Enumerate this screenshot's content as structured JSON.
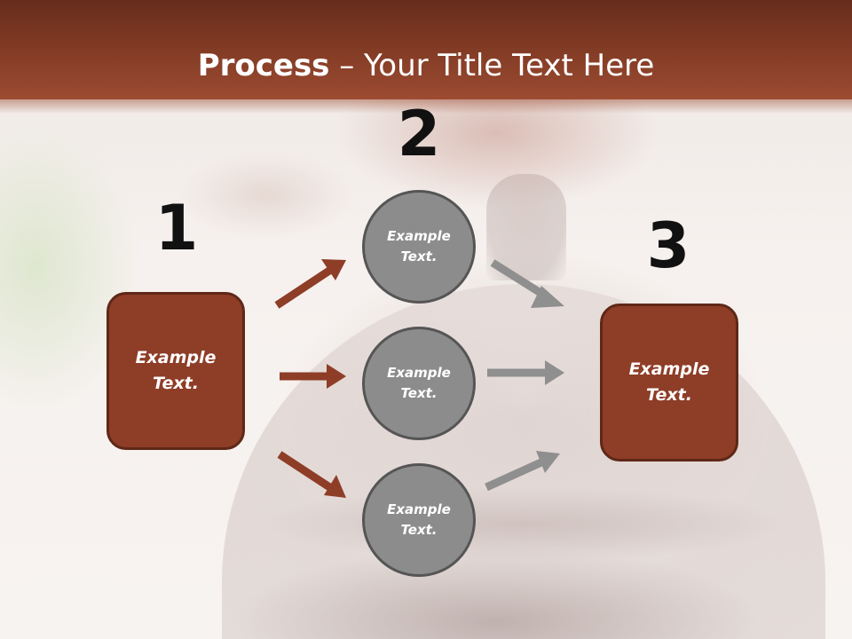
{
  "slide": {
    "title_bold": "Process",
    "title_rest": " – Your Title Text Here",
    "step_numbers": [
      "1",
      "2",
      "3"
    ],
    "left_box": "Example Text.",
    "right_box": "Example Text.",
    "circles": [
      "Example Text.",
      "Example Text.",
      "Example Text."
    ]
  },
  "colors": {
    "accent": "#8e3d27",
    "circle": "#8c8c8c",
    "arrow_gray": "#8f8f8f"
  }
}
